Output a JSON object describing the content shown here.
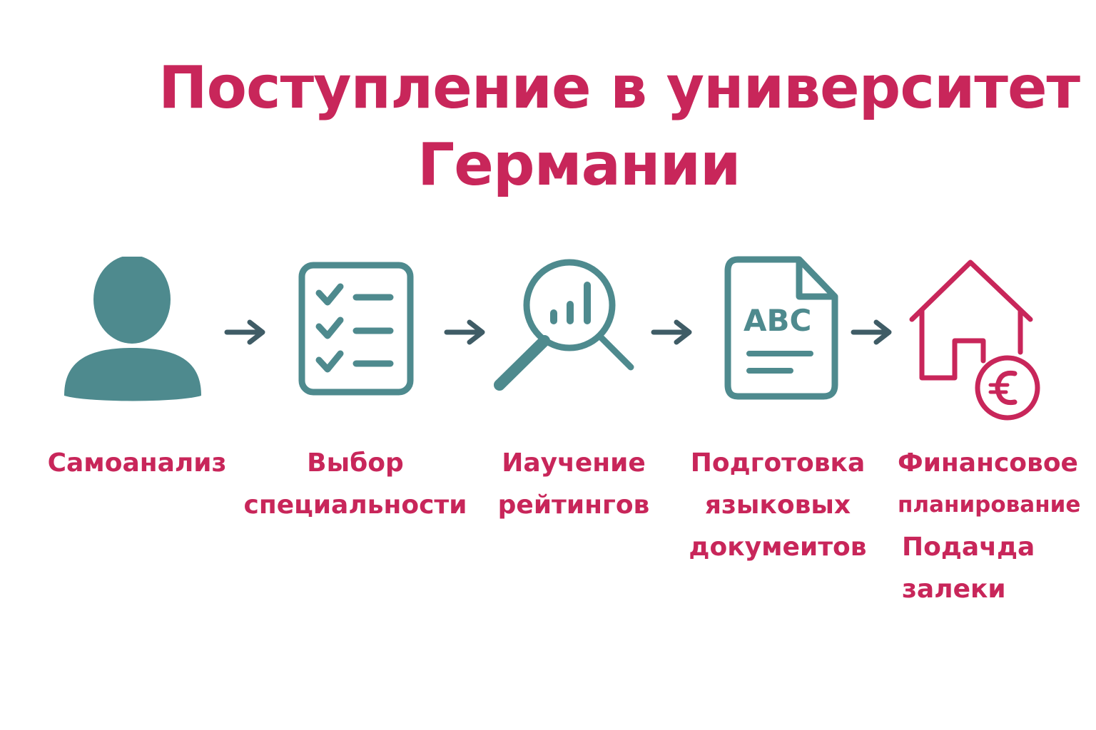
{
  "title": {
    "line1": "Поступление в университет",
    "line2": "Германии"
  },
  "colors": {
    "accent": "#c8265a",
    "teal": "#4e8a8e",
    "arrow": "#3f5c66",
    "background": "#ffffff"
  },
  "steps": [
    {
      "icon": "person-icon",
      "label_lines": [
        "Самоанализ"
      ]
    },
    {
      "icon": "checklist-icon",
      "label_lines": [
        "Выбор",
        "специальности"
      ]
    },
    {
      "icon": "magnifier-chart-icon",
      "label_lines": [
        "Иаучение",
        "рейтингов"
      ]
    },
    {
      "icon": "document-abc-icon",
      "label_lines": [
        "Подготовка",
        "языковых",
        "докумеитов"
      ]
    },
    {
      "icon": "house-euro-icon",
      "label_lines": [
        "Финансовое",
        "планирование",
        "Подачда",
        "залеки"
      ]
    }
  ],
  "arrows": [
    "arrow-right-icon",
    "arrow-right-icon",
    "arrow-right-icon",
    "arrow-right-icon"
  ]
}
